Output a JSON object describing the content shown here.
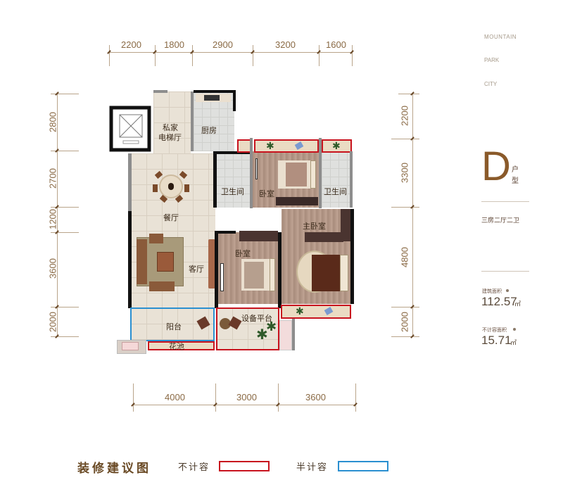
{
  "brand": {
    "lines": [
      "MOUNTAIN",
      "PARK",
      "CITY"
    ]
  },
  "unit": {
    "letter": "D",
    "type_suffix_1": "户",
    "type_suffix_2": "型",
    "layout": "三房二厅二卫",
    "build_area_label": "建筑面积",
    "build_area_value": "112.57",
    "build_area_unit": "㎡",
    "extra_area_label": "不计容面积",
    "extra_area_value": "15.71",
    "extra_area_unit": "㎡"
  },
  "dimensions": {
    "top": [
      "2200",
      "1800",
      "2900",
      "3200",
      "1600"
    ],
    "bottom": [
      "4000",
      "3000",
      "3600"
    ],
    "left": [
      "2800",
      "2700",
      "1200",
      "3600",
      "2000"
    ],
    "right": [
      "2200",
      "3300",
      "4800",
      "2000"
    ]
  },
  "rooms": {
    "elevator_hall": "私家\n电梯厅",
    "elevator_hall_1": "私家",
    "elevator_hall_2": "电梯厅",
    "kitchen": "厨房",
    "bath_left": "卫生间",
    "bedroom_top": "卧室",
    "bath_right": "卫生间",
    "dining": "餐厅",
    "master_bedroom": "主卧室",
    "bedroom_mid": "卧室",
    "living": "客厅",
    "balcony": "阳台",
    "equipment_platform": "设备平台",
    "flower_bed": "花池"
  },
  "legend": {
    "title": "装修建议图",
    "not_counted": "不计容",
    "not_counted_color": "#c8131e",
    "half_counted": "半计容",
    "half_counted_color": "#2a8fd0"
  },
  "colors": {
    "accent_brown": "#8a5a2a",
    "dim_text": "#8a6a45"
  }
}
